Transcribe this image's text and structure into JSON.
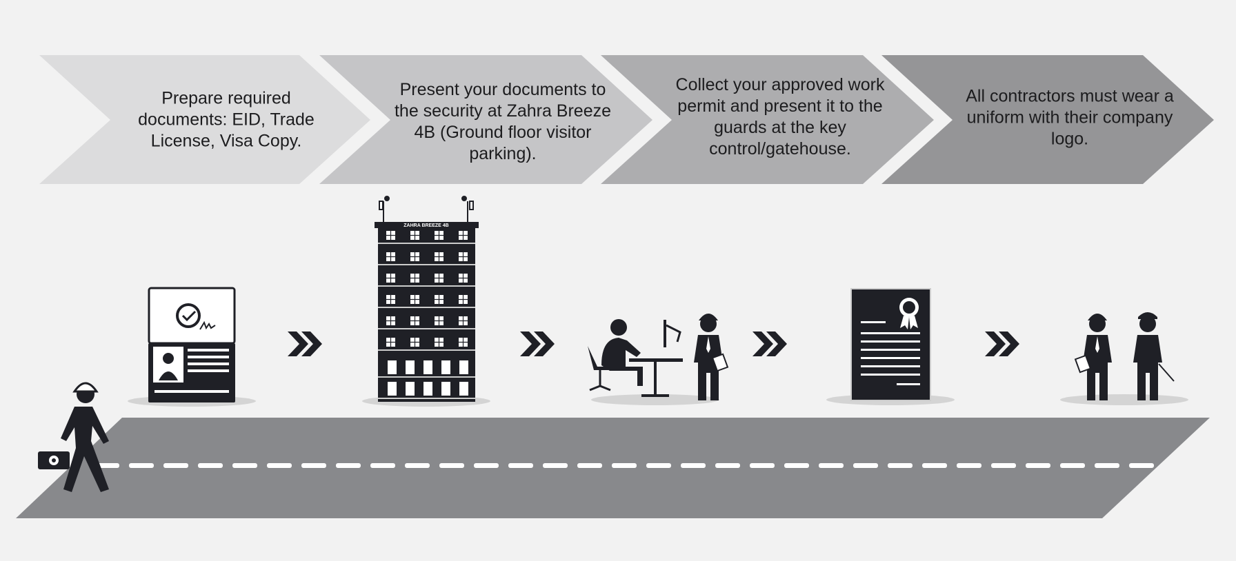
{
  "steps": [
    {
      "text": "Prepare required documents: EID, Trade License, Visa Copy.",
      "color": "#dcdcdd"
    },
    {
      "text": "Present your documents to the security at Zahra Breeze 4B (Ground floor visitor parking).",
      "color": "#c5c5c7"
    },
    {
      "text": "Collect your approved work permit and present it to the guards at the key control/gatehouse.",
      "color": "#adadaf"
    },
    {
      "text": "All contractors must wear a uniform with their company logo.",
      "color": "#959597"
    }
  ],
  "building_label": "ZAHRA BREEZE 4B",
  "colors": {
    "background": "#f2f2f2",
    "road": "#88898c",
    "icon": "#1f2026",
    "dash": "#ffffff"
  }
}
